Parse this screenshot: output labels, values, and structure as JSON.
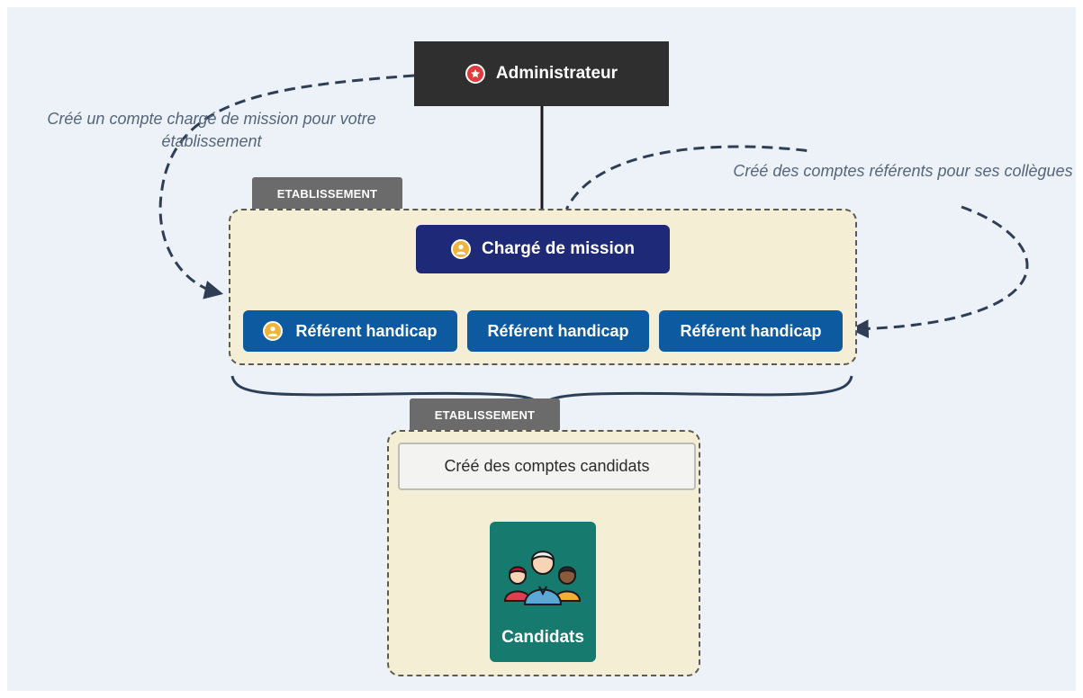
{
  "admin": {
    "label": "Administrateur",
    "icon": "star-badge-icon",
    "color": "#2f2f2f"
  },
  "establishment_top": {
    "tag": "ETABLISSEMENT",
    "mission": {
      "label": "Chargé de mission",
      "icon": "user-badge-icon",
      "color": "#1e2a78"
    },
    "referents": [
      {
        "label": "Référent handicap",
        "icon": "user-badge-icon"
      },
      {
        "label": "Référent handicap"
      },
      {
        "label": "Référent handicap"
      }
    ],
    "referent_color": "#0d5aa0"
  },
  "annotations": {
    "admin_note": "Créé un compte chargé de mission pour votre établissement",
    "mission_note": "Créé des comptes référents pour ses collègues"
  },
  "establishment_bottom": {
    "tag": "ETABLISSEMENT",
    "action_box": "Créé des comptes candidats",
    "candidates": {
      "label": "Candidats",
      "icon": "people-group-icon",
      "color": "#167a6e"
    }
  }
}
